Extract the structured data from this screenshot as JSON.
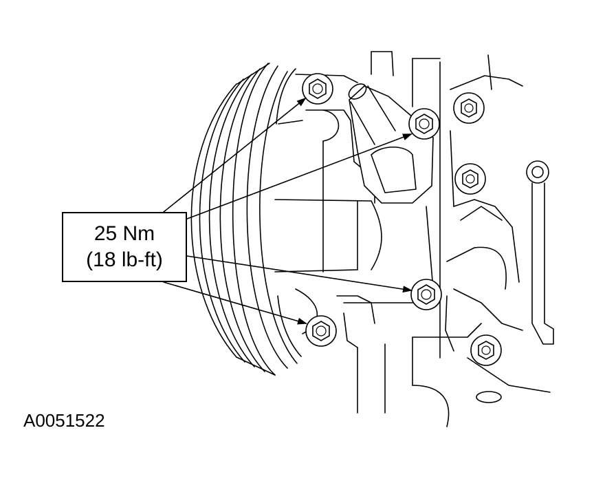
{
  "callout": {
    "torque_nm": "25 Nm",
    "torque_lbft": "(18 lb-ft)"
  },
  "figure_id": "A0051522",
  "icons": {
    "bolt": "hex-bolt-icon",
    "arrow": "leader-arrow-icon"
  },
  "colors": {
    "ink": "#000000",
    "paper": "#ffffff"
  }
}
